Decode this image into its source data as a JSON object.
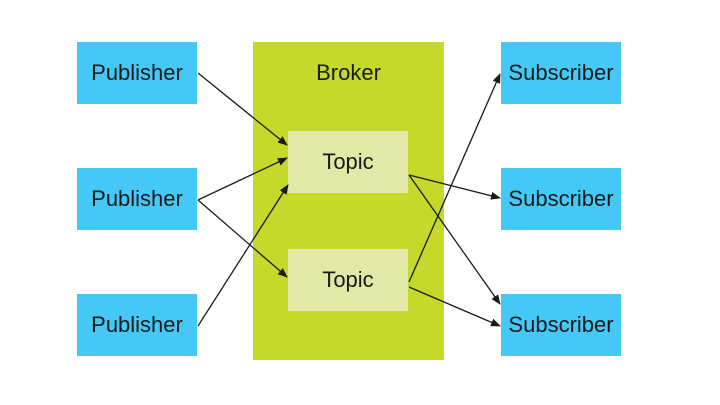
{
  "broker": {
    "label": "Broker"
  },
  "publishers": [
    {
      "label": "Publisher"
    },
    {
      "label": "Publisher"
    },
    {
      "label": "Publisher"
    }
  ],
  "topics": [
    {
      "label": "Topic"
    },
    {
      "label": "Topic"
    }
  ],
  "subscribers": [
    {
      "label": "Subscriber"
    },
    {
      "label": "Subscriber"
    },
    {
      "label": "Subscriber"
    }
  ],
  "colors": {
    "client_fill": "#45c8f5",
    "broker_fill": "#c5d92b",
    "topic_fill": "#e2e8a8",
    "arrow": "#1a1a1a"
  }
}
